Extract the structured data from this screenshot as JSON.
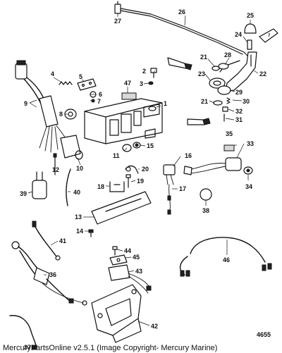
{
  "diagram": {
    "drawing_number": "4655",
    "footer": "MercuryPartsOnline v2.5.1 (Image Copyright- Mercury Marine)",
    "callouts": {
      "c1": "1",
      "c2": "2",
      "c3": "3",
      "c4": "4",
      "c5": "5",
      "c6": "6",
      "c7": "7",
      "c7b": "7",
      "c8": "8",
      "c9": "9",
      "c10": "10",
      "c11": "11",
      "c12": "12",
      "c13": "13",
      "c14": "14",
      "c15": "15",
      "c16": "16",
      "c17": "17",
      "c18": "18",
      "c19": "19",
      "c20": "20",
      "c21a": "21",
      "c21b": "21",
      "c22": "22",
      "c23": "23",
      "c24": "24",
      "c25": "25",
      "c26": "26",
      "c27": "27",
      "c28": "28",
      "c29": "29",
      "c30": "30",
      "c31": "31",
      "c32": "32",
      "c33": "33",
      "c34": "34",
      "c35": "35",
      "c36": "36",
      "c37": "37",
      "c38": "38",
      "c39": "39",
      "c40": "40",
      "c41": "41",
      "c42": "42",
      "c43": "43",
      "c44": "44",
      "c45": "45",
      "c46": "46",
      "c47": "47"
    }
  }
}
